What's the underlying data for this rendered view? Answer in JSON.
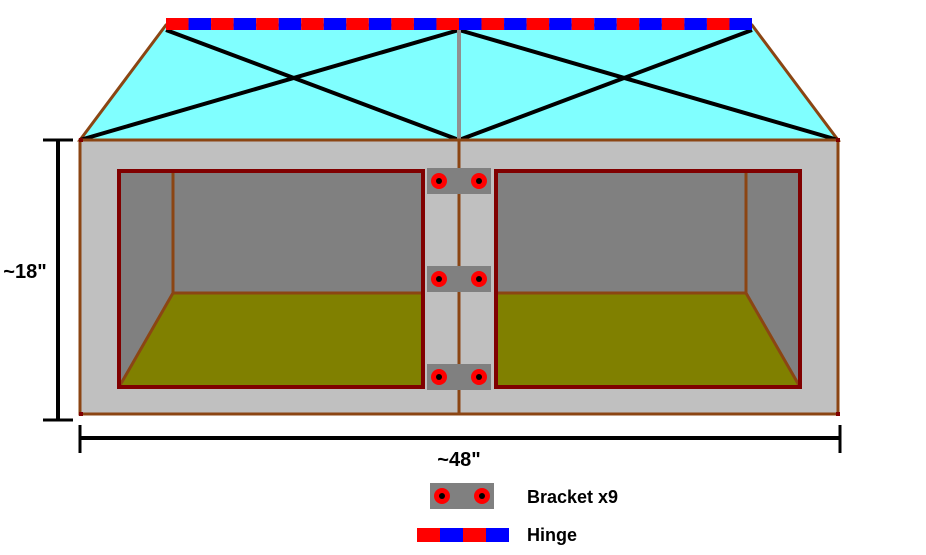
{
  "labels": {
    "height": "~18\"",
    "width": "~48\""
  },
  "legend": {
    "bracket": "Bracket x9",
    "hinge": "Hinge"
  },
  "colors": {
    "lid": "#80ffff",
    "frame": "#c0c0c0",
    "wood_edge": "#8b4513",
    "box_outline": "#800000",
    "box_inner_wall": "#808080",
    "box_floor": "#808000",
    "hinge_red": "#ff0000",
    "hinge_blue": "#0000ff",
    "bracket_plate": "#808080",
    "bracket_dot": "#ff0000"
  },
  "brackets": {
    "count": 9
  }
}
